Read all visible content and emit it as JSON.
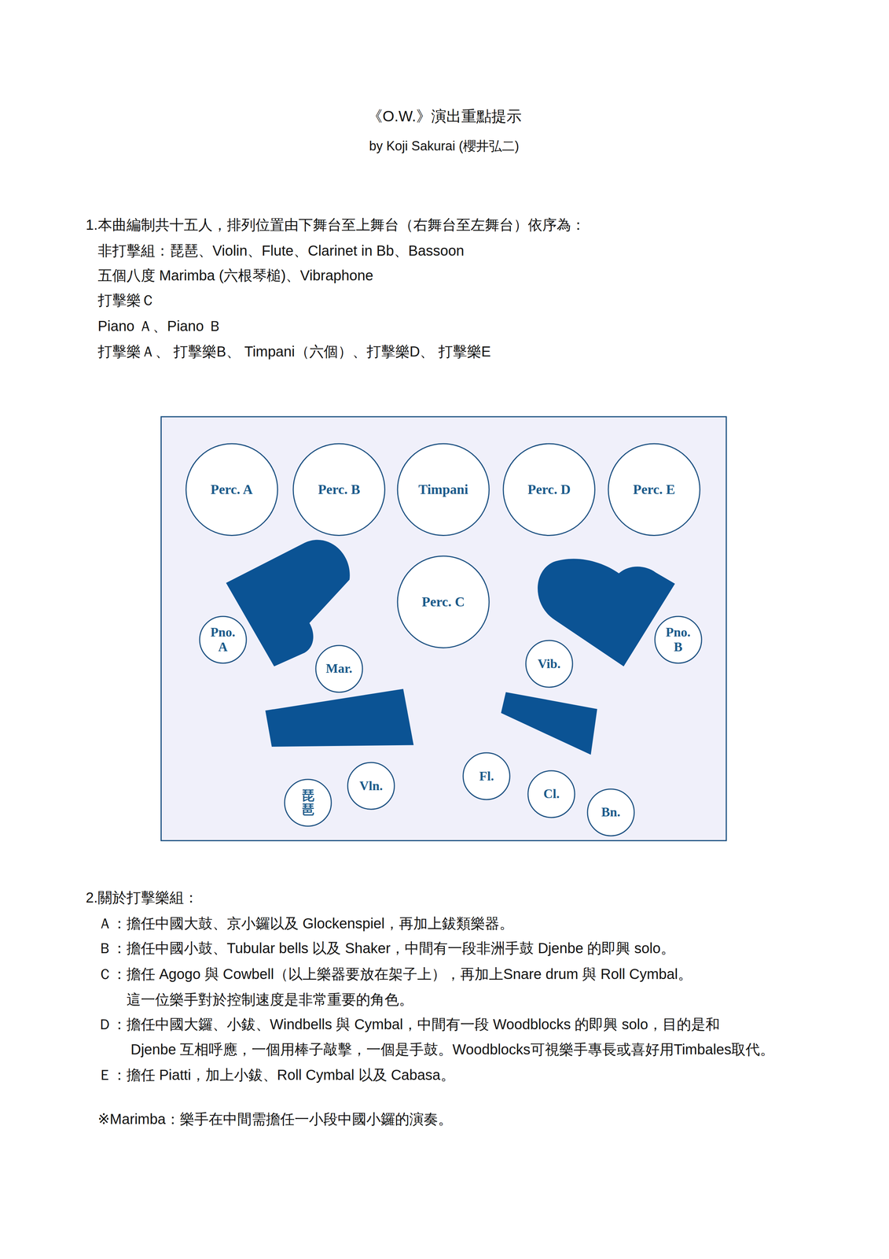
{
  "diagram": {
    "title": "《O.W.》演出重點提示",
    "nodes": [
      {
        "text": [
          "Perc. A"
        ]
      },
      {
        "text": [
          "Perc. B"
        ]
      },
      {
        "text": [
          "Timpani"
        ]
      },
      {
        "text": [
          "Perc. D"
        ]
      },
      {
        "text": [
          "Perc. E"
        ]
      },
      {
        "text": [
          "Perc. C"
        ]
      },
      {
        "text": [
          "Pno. A"
        ]
      },
      {
        "text": [
          "Mar."
        ]
      },
      {
        "text": [
          "Vib."
        ]
      },
      {
        "text": [
          "Pno. B"
        ]
      },
      {
        "text": [
          "琵琶"
        ]
      },
      {
        "text": [
          "Vln."
        ]
      },
      {
        "text": [
          "Fl."
        ]
      },
      {
        "text": [
          "Cl."
        ]
      },
      {
        "text": [
          "Bn."
        ]
      }
    ],
    "labels": [
      "by Koji Sakurai (櫻井弘二)",
      "1.本曲編制共十五人，排列位置由下舞台至上舞台（右舞台至左舞台）依序為：",
      "非打擊組：琵琶、Violin、Flute、Clarinet in Bb、Bassoon",
      "五個八度 Marimba (六根琴槌)、Vibraphone",
      "打擊樂Ｃ",
      "Piano Ａ、Piano Ｂ",
      "打擊樂Ａ、 打擊樂B、 Timpani（六個）、打擊樂D、 打擊樂E",
      "2.關於打擊樂組：",
      "Ａ：擔任中國大鼓、京小鑼以及 Glockenspiel，再加上鈸類樂器。",
      "Ｂ：擔任中國小鼓、Tubular bells 以及 Shaker，中間有一段非洲手鼓 Djenbe 的即興 solo。",
      "Ｃ：擔任 Agogo 與 Cowbell（以上樂器要放在架子上），再加上Snare drum 與 Roll Cymbal。",
      "這一位樂手對於控制速度是非常重要的角色。",
      "Ｄ：擔任中國大鑼、小鈸、Windbells 與 Cymbal，中間有一段 Woodblocks 的即興 solo，目的是和",
      "Djenbe 互相呼應，一個用棒子敲擊，一個是手鼓。Woodblocks可視樂手專長或喜好用Timbales取代。",
      "Ｅ：擔任 Piatti，加上小鈸、Roll Cymbal 以及 Cabasa。",
      "※Marimba：樂手在中間需擔任一小段中國小鑼的演奏。"
    ]
  }
}
